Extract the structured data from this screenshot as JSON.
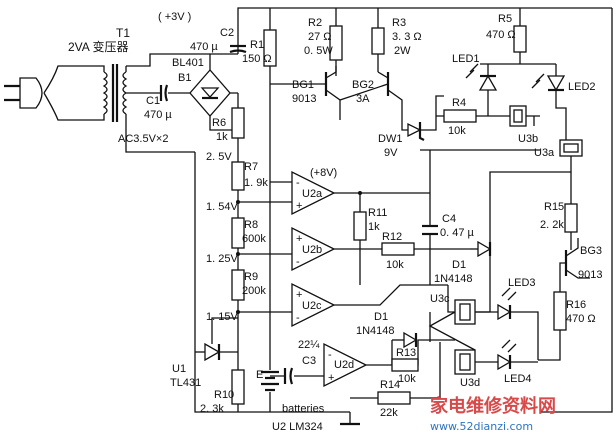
{
  "supply": {
    "transformer": "T1",
    "transformer_spec": "2VA 变压器",
    "bridge_part": "BL401",
    "bridge": "B1",
    "ac_label": "AC3.5V×2",
    "rail": "( +3V )",
    "op_supply": "(+8V)"
  },
  "caps": {
    "c1": "C1",
    "c1_val": "470 µ",
    "c2": "C2",
    "c2_val": "470 µ",
    "c3": "C3",
    "c3_val": "22¼",
    "c4": "C4",
    "c4_val": "0. 47 µ"
  },
  "resistors": {
    "r1": "R1",
    "r1_val": "150 Ω",
    "r2": "R2",
    "r2_val": "27 Ω",
    "r2_pow": "0. 5W",
    "r3": "R3",
    "r3_val": "3. 3 Ω",
    "r3_pow": "2W",
    "r4": "R4",
    "r4_val": "10k",
    "r5": "R5",
    "r5_val": "470 Ω",
    "r6": "R6",
    "r6_val": "1k",
    "r7": "R7",
    "r7_val": "1. 9k",
    "r8": "R8",
    "r8_val": "600k",
    "r9": "R9",
    "r9_val": "200k",
    "r10": "R10",
    "r10_val": "2. 3k",
    "r11": "R11",
    "r11_val": "1k",
    "r12": "R12",
    "r12_val": "10k",
    "r13": "R13",
    "r13_val": "10k",
    "r14": "R14",
    "r14_val": "22k",
    "r15": "R15",
    "r15_val": "2. 2k",
    "r16": "R16",
    "r16_val": "470 Ω"
  },
  "transistors": {
    "bg1": "BG1",
    "bg1_part": "9013",
    "bg2": "BG2",
    "bg2_part": "3A",
    "bg3": "BG3",
    "bg3_part": "9013"
  },
  "diodes": {
    "dw1": "DW1",
    "dw1_val": "9V",
    "d1a": "D1",
    "d1a_part": "1N4148",
    "d1b": "D1",
    "d1b_part": "1N4148"
  },
  "leds": {
    "led1": "LED1",
    "led2": "LED2",
    "led3": "LED3",
    "led4": "LED4"
  },
  "opto": {
    "u3a": "U3a",
    "u3b": "U3b",
    "u3c": "U3c",
    "u3d": "U3d"
  },
  "opamps": {
    "u2a": "U2a",
    "u2b": "U2b",
    "u2c": "U2c",
    "u2d": "U2d",
    "plus": "+",
    "minus": "-"
  },
  "ref": {
    "u1": "U1",
    "u1_part": "TL431",
    "v1": "2. 5V",
    "v2": "1. 54V",
    "v3": "1. 25V",
    "v4": "1. 15V"
  },
  "battery": {
    "e": "E",
    "label": "batteries",
    "ic": "U2  LM324"
  },
  "watermark": {
    "cn": "家电维修资料网",
    "url": "www.52dianzi.com"
  }
}
